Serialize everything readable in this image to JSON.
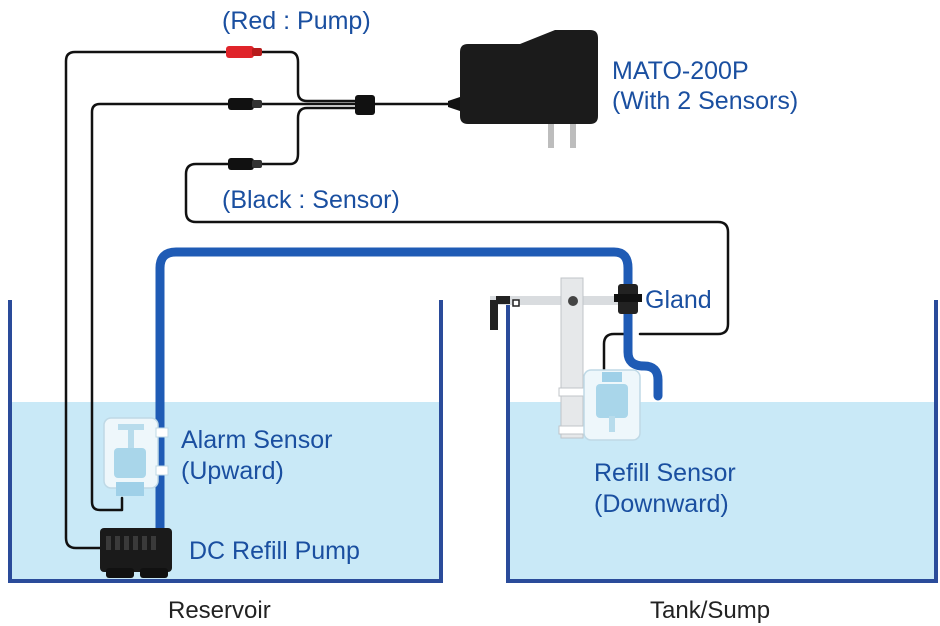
{
  "colors": {
    "label_blue": "#1a4fa0",
    "label_dark": "#222222",
    "water": "#c9e9f7",
    "tank_wall": "#2a4b9a",
    "tube": "#1f5bb5",
    "wire": "#111111",
    "red_connector": "#e0242a"
  },
  "labels": {
    "red_pump": "(Red : Pump)",
    "controller_model": "MATO-200P",
    "controller_note": "(With 2 Sensors)",
    "black_sensor": "(Black : Sensor)",
    "gland": "Gland",
    "alarm_sensor_line1": "Alarm Sensor",
    "alarm_sensor_line2": "(Upward)",
    "refill_sensor_line1": "Refill Sensor",
    "refill_sensor_line2": "(Downward)",
    "pump": "DC Refill Pump",
    "reservoir": "Reservoir",
    "tank": "Tank/Sump"
  }
}
